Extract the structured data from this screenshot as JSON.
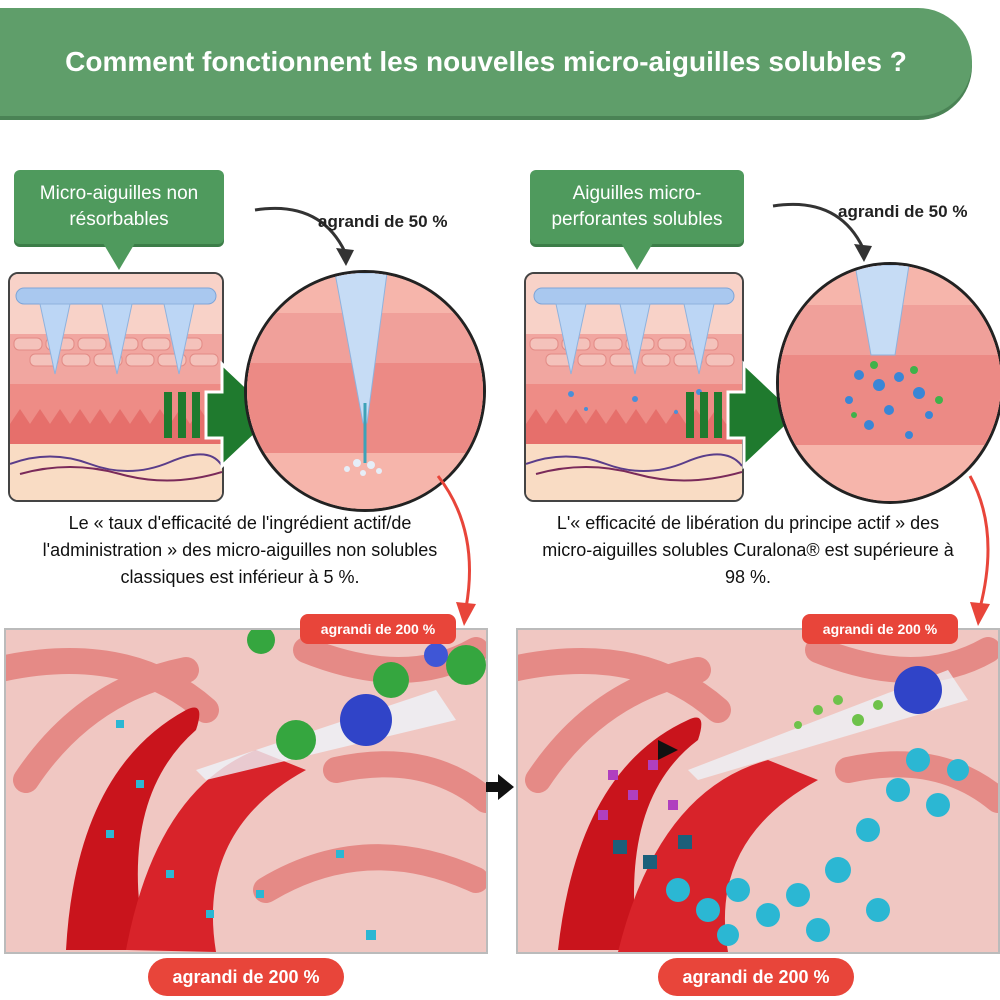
{
  "header": {
    "title": "Comment fonctionnent les nouvelles micro-aiguilles solubles ?"
  },
  "left": {
    "callout": "Micro-aiguilles non résorbables",
    "zoom_label": "agrandi de 50 %",
    "description": "Le « taux d'efficacité de l'ingrédient actif/de l'administration » des micro-aiguilles non solubles classiques est inférieur à 5 %.",
    "badge_top": "agrandi de 200 %",
    "badge_bottom": "agrandi de 200 %"
  },
  "right": {
    "callout": "Aiguilles micro-perforantes solubles",
    "zoom_label": "agrandi de 50 %",
    "description": "L'« efficacité de libération du principe actif » des micro-aiguilles solubles Curalona® est supérieure à 98 %.",
    "badge_top": "agrandi de 200 %",
    "badge_bottom": "agrandi de 200 %"
  },
  "icons": [
    "needle-patch-icon",
    "arrow-right-icon",
    "curved-arrow-icon",
    "particle-icon"
  ],
  "colors": {
    "banner": "#5f9e6a",
    "callout": "#4f9a5d",
    "arrow": "#1f7a2e",
    "badge": "#e8453a",
    "vessel": "#d8232a",
    "particle": "#2bb7d3"
  }
}
